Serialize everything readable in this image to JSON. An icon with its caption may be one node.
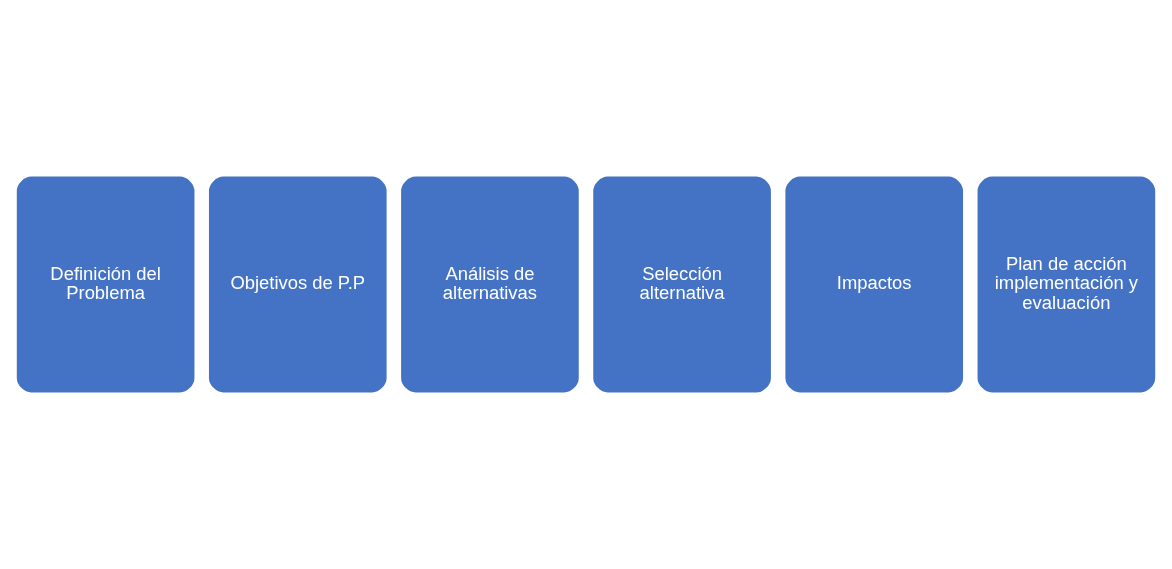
{
  "diagram": {
    "nodes": [
      {
        "text": [
          "Definición del Problema"
        ]
      },
      {
        "text": [
          "Objetivos de P.P"
        ]
      },
      {
        "text": [
          "Análisis de alternativas"
        ]
      },
      {
        "text": [
          "Selección alternativa"
        ]
      },
      {
        "text": [
          "Impactos"
        ]
      },
      {
        "text": [
          "Plan de acción implementación y evaluación"
        ]
      }
    ]
  }
}
